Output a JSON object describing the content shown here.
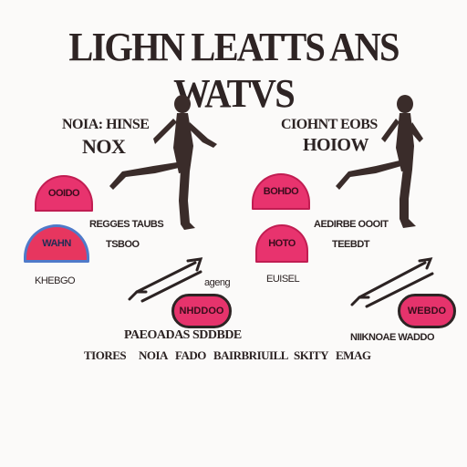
{
  "title": "LIGHN LEATTS ANS WATVS",
  "left": {
    "caption_line1": "NOIA: HINSE",
    "caption_line2": "NOX",
    "badge_top": "OOIDO",
    "badge_blue": "WAHN",
    "badge_blue_label": "KHEBGO",
    "figure_label": "REGGES TAUBS",
    "mid_label": "TSBOO",
    "arrow_label": "ageng",
    "pill": "NHDDOO",
    "bottom_label": "PAEOADAS SDDBDE"
  },
  "right": {
    "caption_line1": "CIOHNT EOBS",
    "caption_line2": "HOIOW",
    "badge_top": "BOHDO",
    "badge_mid": "HOTO",
    "figure_label": "AEDIRBE OOOIT",
    "mid_label": "TEEBDT",
    "badge_mid_label": "EUISEL",
    "pill": "WEBDO",
    "bottom_label": "NIIKNOAE WADDO"
  },
  "footer": [
    "TIORES",
    "NOIA",
    "FADO",
    "BAIRBRIUILL",
    "SKITY",
    "EMAG"
  ],
  "colors": {
    "accent": "#e8336e",
    "blue": "#4f7ac9",
    "ink": "#2c2323"
  }
}
